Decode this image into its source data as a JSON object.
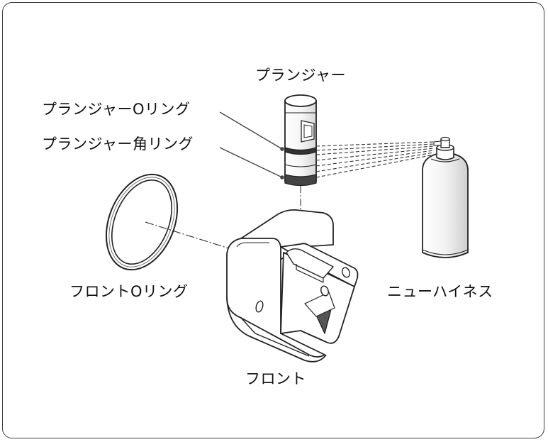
{
  "labels": {
    "plunger": "プランジャー",
    "plunger_o_ring": "プランジャーOリング",
    "plunger_square_ring": "プランジャー角リング",
    "front_o_ring": "フロントOリング",
    "spray": "ニューハイネス",
    "front": "フロント"
  }
}
